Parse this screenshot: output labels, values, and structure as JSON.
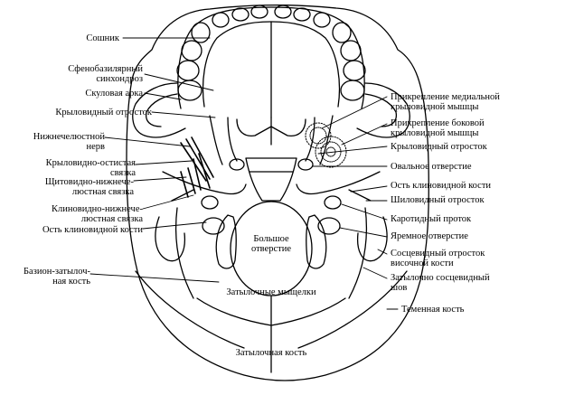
{
  "labels": {
    "soshnik": "Сошник",
    "sfeno": "Сфенобазилярный\nсинхондроз",
    "skul": "Скуловая арка",
    "kryl_left": "Крыловидный отросток",
    "nizhnechel": "Нижнечелюстной\nнерв",
    "kryl_ost": "Крыловидно-остистая\nсвязка",
    "shchit": "Щитовидно-нижнече-\nлюстная связка",
    "klin_nizh": "Клиновидно-нижнече-\nлюстная связка",
    "ost_left": "Ость клиновидной кости",
    "bazion": "Базион-затылоч-\nная кость",
    "prikr_med": "Прикрепление медиальной\nкрыловидной мышцы",
    "prikr_bok": "Прикрепление боковой\nкрыловидной мышцы",
    "kryl_right": "Крыловидный отросток",
    "oval": "Овальное отверстие",
    "ost_right": "Ость клиновидной кости",
    "shilo": "Шиловидный отросток",
    "karot": "Каротидный проток",
    "yarem": "Яремное отверстие",
    "soscev": "Сосцевидный отросток\nвисочной кости",
    "zatyl_sosc": "Затылочно сосцевидный\nшов",
    "temen": "Теменная кость",
    "bolshoe": "Большое\nотверстие",
    "mysh": "Затылочные мыщелки",
    "zatyl_kost": "Затылочная кость"
  }
}
